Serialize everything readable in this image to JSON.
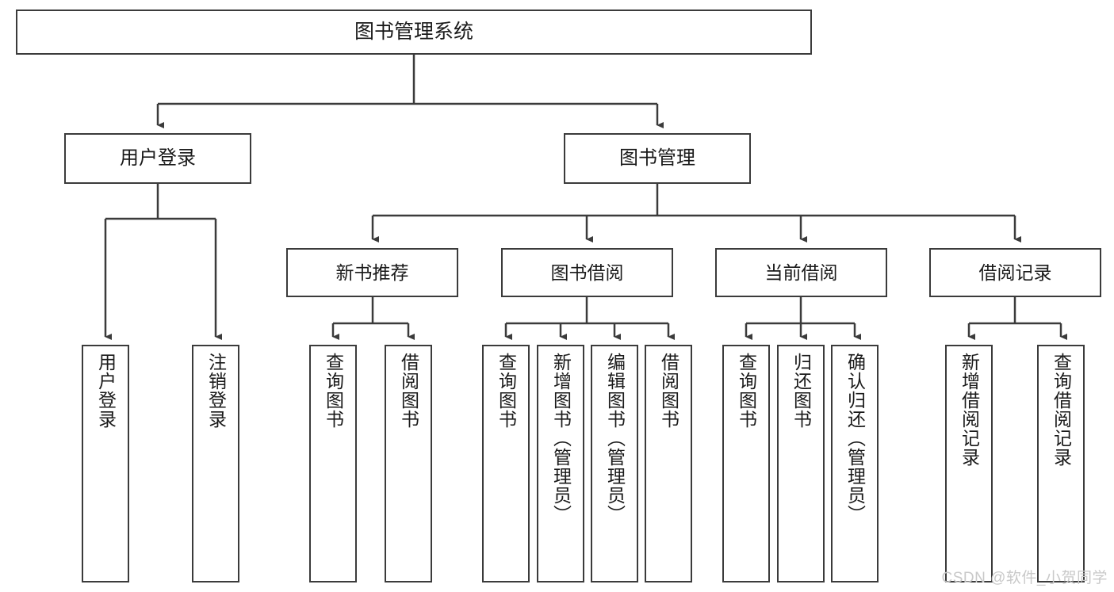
{
  "diagram": {
    "title": "图书管理系统",
    "type": "tree",
    "root": {
      "label": "图书管理系统"
    },
    "level2": [
      {
        "label": "用户登录"
      },
      {
        "label": "图书管理"
      }
    ],
    "level3": [
      {
        "label": "新书推荐"
      },
      {
        "label": "图书借阅"
      },
      {
        "label": "当前借阅"
      },
      {
        "label": "借阅记录"
      }
    ],
    "leaves": {
      "user_login": [
        {
          "label": "用户登录"
        },
        {
          "label": "注销登录"
        }
      ],
      "new_book_recommend": [
        {
          "label": "查询图书"
        },
        {
          "label": "借阅图书"
        }
      ],
      "book_borrow": [
        {
          "label": "查询图书"
        },
        {
          "label": "新增图书（管理员）"
        },
        {
          "label": "编辑图书（管理员）"
        },
        {
          "label": "借阅图书"
        }
      ],
      "current_borrow": [
        {
          "label": "查询图书"
        },
        {
          "label": "归还图书"
        },
        {
          "label": "确认归还（管理员）"
        }
      ],
      "borrow_records": [
        {
          "label": "新增借阅记录"
        },
        {
          "label": "查询借阅记录"
        }
      ]
    }
  },
  "watermark": {
    "text": "CSDN @软件_小贺同学"
  },
  "colors": {
    "border": "#3b3b3b",
    "text": "#1a1a1a",
    "background": "#ffffff",
    "watermark": "#c9c9c9"
  }
}
